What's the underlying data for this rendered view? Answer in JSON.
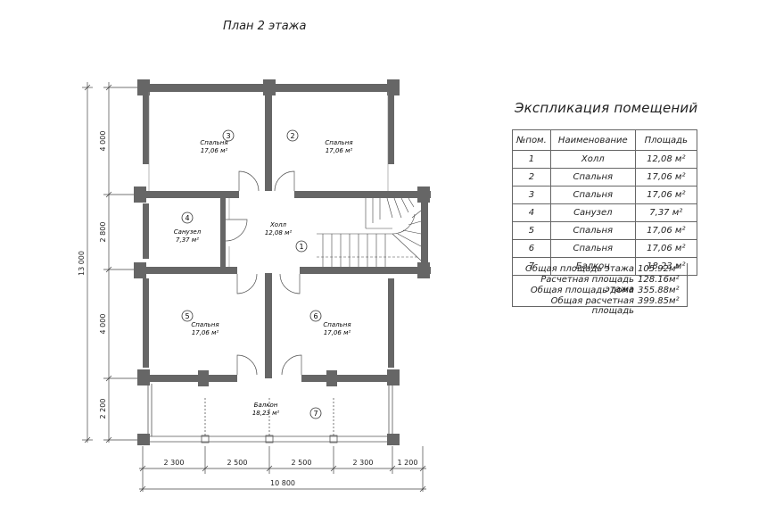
{
  "plan_title": "План 2 этажа",
  "explication": {
    "title": "Экспликация помещений",
    "headers": [
      "№пом.",
      "Наименование",
      "Площадь"
    ],
    "rows": [
      {
        "num": "1",
        "name": "Холл",
        "area": "12,08 м²"
      },
      {
        "num": "2",
        "name": "Спальня",
        "area": "17,06 м²"
      },
      {
        "num": "3",
        "name": "Спальня",
        "area": "17,06 м²"
      },
      {
        "num": "4",
        "name": "Санузел",
        "area": "7,37 м²"
      },
      {
        "num": "5",
        "name": "Спальня",
        "area": "17,06 м²"
      },
      {
        "num": "6",
        "name": "Спальня",
        "area": "17,06 м²"
      },
      {
        "num": "7",
        "name": "Балкон",
        "area": "18,23 м²"
      }
    ],
    "totals": [
      {
        "label": "Общая площадь этажа",
        "value": "105.92м²"
      },
      {
        "label": "Расчетная площадь этажа",
        "value": "128.16м²"
      },
      {
        "label": "Общая площадь дома",
        "value": "355.88м²"
      },
      {
        "label": "Общая расчетная площадь",
        "value": "399.85м²"
      }
    ]
  },
  "rooms": [
    {
      "num": "3",
      "name": "Спальня",
      "area": "17,06 м²"
    },
    {
      "num": "2",
      "name": "Спальня",
      "area": "17,06 м²"
    },
    {
      "num": "4",
      "name": "Санузел",
      "area": "7,37 м²"
    },
    {
      "num": "1",
      "name": "Холл",
      "area": "12,08 м²"
    },
    {
      "num": "5",
      "name": "Спальня",
      "area": "17,06 м²"
    },
    {
      "num": "6",
      "name": "Спальня",
      "area": "17,06 м²"
    },
    {
      "num": "7",
      "name": "Балкон",
      "area": "18,23 м²"
    }
  ],
  "dimensions": {
    "horizontal": [
      "2 300",
      "2 500",
      "2 500",
      "2 300",
      "1 200"
    ],
    "total_width": "10 800",
    "vertical": [
      "4 000",
      "2 800",
      "4 000",
      "2 200"
    ],
    "total_height": "13 000"
  },
  "colors": {
    "wall": "#666666",
    "line": "#444444"
  }
}
